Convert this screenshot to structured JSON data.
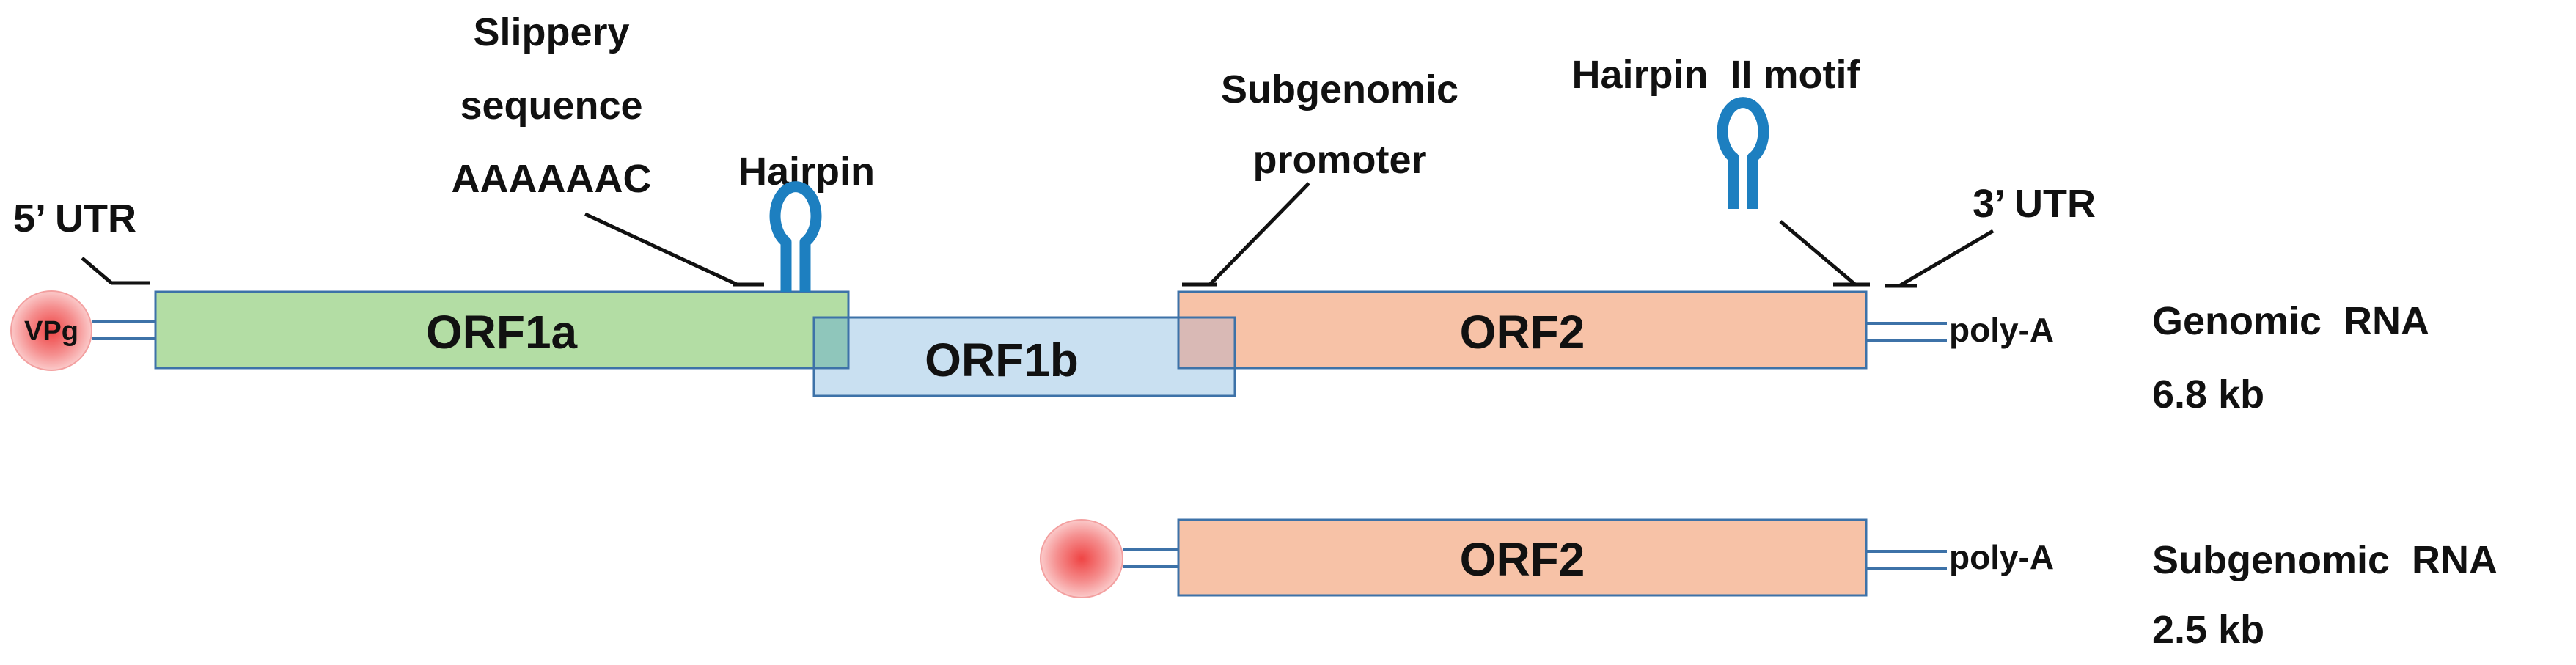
{
  "labels": {
    "utr5": "5’ UTR",
    "slippery_l1": "Slippery",
    "slippery_l2": "sequence",
    "slippery_l3": "AAAAAAC",
    "hairpin": "Hairpin",
    "subgenomic_l1": "Subgenomic",
    "subgenomic_l2": "promoter",
    "hairpin2": "Hairpin  II motif",
    "utr3": "3’ UTR",
    "vpg": "VPg",
    "polya": "poly-A",
    "polya_sub": "poly-A"
  },
  "genomic": {
    "orf1a": "ORF1a",
    "orf1b": "ORF1b",
    "orf2": "ORF2",
    "title": "Genomic  RNA",
    "size": "6.8 kb"
  },
  "subgenomic": {
    "orf2": "ORF2",
    "title": "Subgenomic  RNA",
    "size": "2.5 kb"
  },
  "colors": {
    "orf1a_fill": "#b3dda4",
    "orf1b_fill": "#c9e0f1",
    "orf2_fill": "#f7c2a7",
    "outline": "#3d72a8",
    "hairpin": "#1d7fc0",
    "vpg": "#f08a8a"
  }
}
